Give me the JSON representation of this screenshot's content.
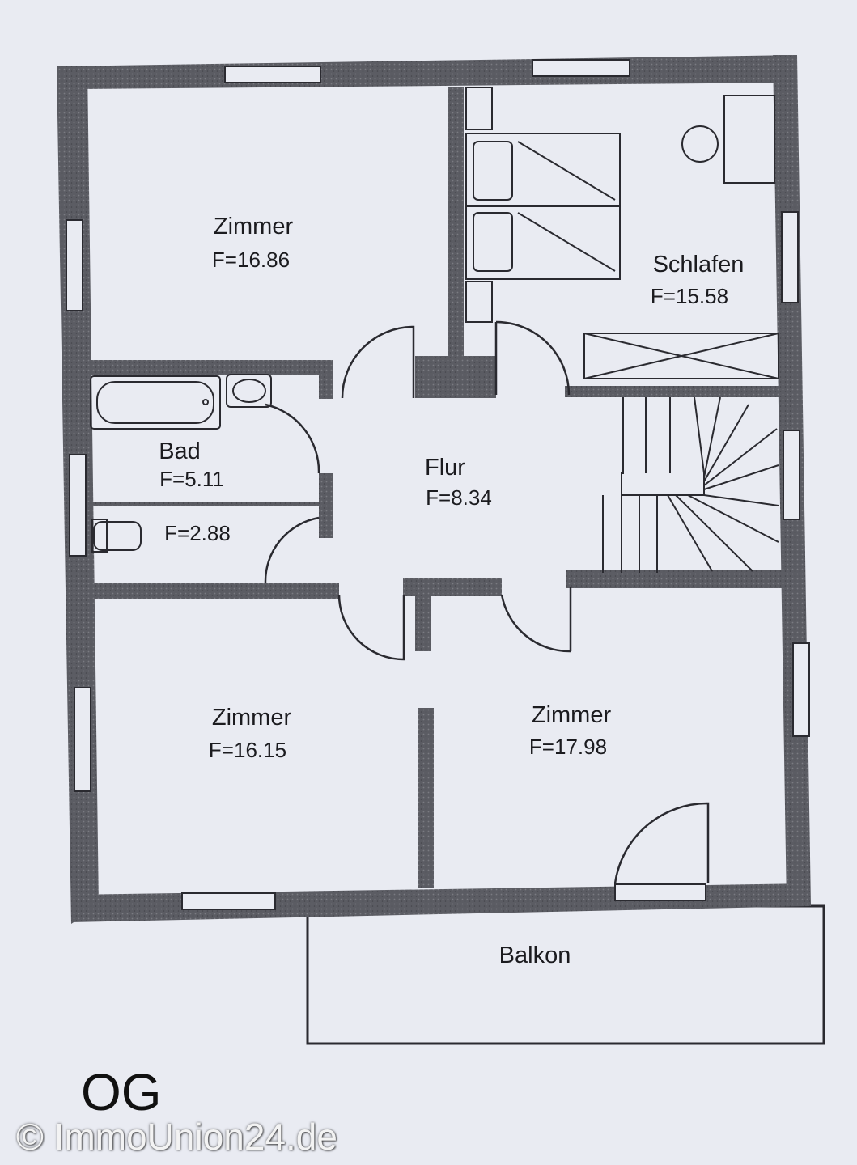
{
  "rooms": {
    "zimmer_top_left": {
      "name": "Zimmer",
      "area": "F=16.86"
    },
    "schlafen": {
      "name": "Schlafen",
      "area": "F=15.58"
    },
    "bad": {
      "name": "Bad",
      "area": "F=5.11"
    },
    "wc": {
      "area": "F=2.88"
    },
    "flur": {
      "name": "Flur",
      "area": "F=8.34"
    },
    "zimmer_bottom_left": {
      "name": "Zimmer",
      "area": "F=16.15"
    },
    "zimmer_bottom_right": {
      "name": "Zimmer",
      "area": "F=17.98"
    },
    "balkon": {
      "name": "Balkon"
    }
  },
  "floor": "OG",
  "watermark": "© ImmoUnion24.de",
  "colors": {
    "wall": "#5b5c63",
    "background": "#e9ebf2",
    "line": "#2a2a30"
  }
}
